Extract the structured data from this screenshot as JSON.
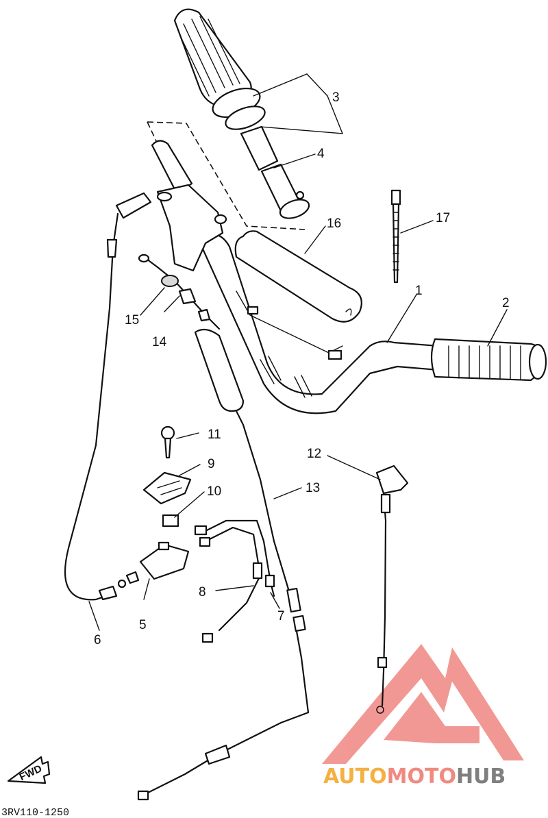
{
  "diagram": {
    "callouts": [
      {
        "id": "c1",
        "label": "1"
      },
      {
        "id": "c2",
        "label": "2"
      },
      {
        "id": "c3",
        "label": "3"
      },
      {
        "id": "c4",
        "label": "4"
      },
      {
        "id": "c5",
        "label": "5"
      },
      {
        "id": "c6",
        "label": "6"
      },
      {
        "id": "c7",
        "label": "7"
      },
      {
        "id": "c8",
        "label": "8"
      },
      {
        "id": "c9",
        "label": "9"
      },
      {
        "id": "c10",
        "label": "10"
      },
      {
        "id": "c11",
        "label": "11"
      },
      {
        "id": "c12",
        "label": "12"
      },
      {
        "id": "c13",
        "label": "13"
      },
      {
        "id": "c14",
        "label": "14"
      },
      {
        "id": "c15",
        "label": "15"
      },
      {
        "id": "c16",
        "label": "16"
      },
      {
        "id": "c17",
        "label": "17"
      }
    ],
    "fwd_label": "FWD",
    "diagram_code": "3RV110-1250"
  },
  "watermark": {
    "part1": "AUTO",
    "part2": "MOTO",
    "part3": "HUB",
    "colors": {
      "auto": "#f5b041",
      "moto": "#f08a80",
      "hub": "#7f7f7f",
      "logo": "#f07f7a"
    }
  }
}
